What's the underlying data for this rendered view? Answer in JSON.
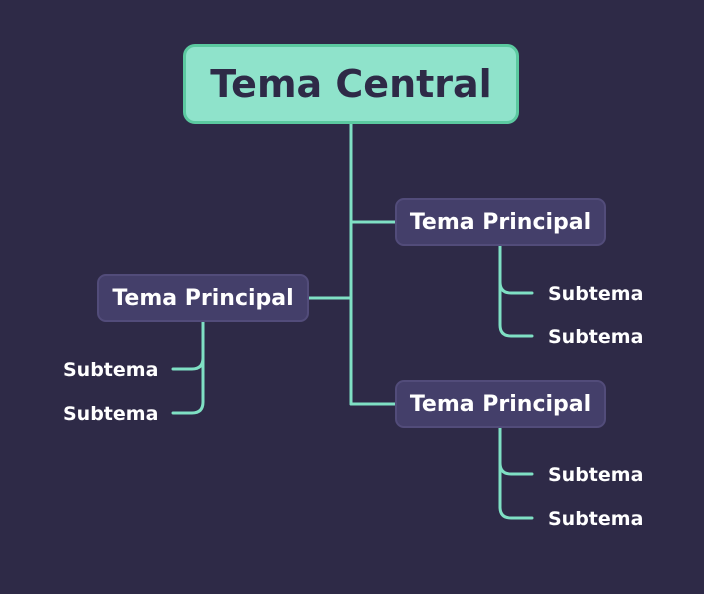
{
  "central": {
    "label": "Tema Central"
  },
  "branches": [
    {
      "label": "Tema Principal",
      "subtopics": [
        "Subtema",
        "Subtema"
      ]
    },
    {
      "label": "Tema Principal",
      "subtopics": [
        "Subtema",
        "Subtema"
      ]
    },
    {
      "label": "Tema Principal",
      "subtopics": [
        "Subtema",
        "Subtema"
      ]
    }
  ],
  "colors": {
    "background": "#2e2a47",
    "central_fill": "#8fe3cb",
    "central_border": "#5bc9a0",
    "connector": "#7fe0c4",
    "topic_fill": "#443f6a"
  }
}
